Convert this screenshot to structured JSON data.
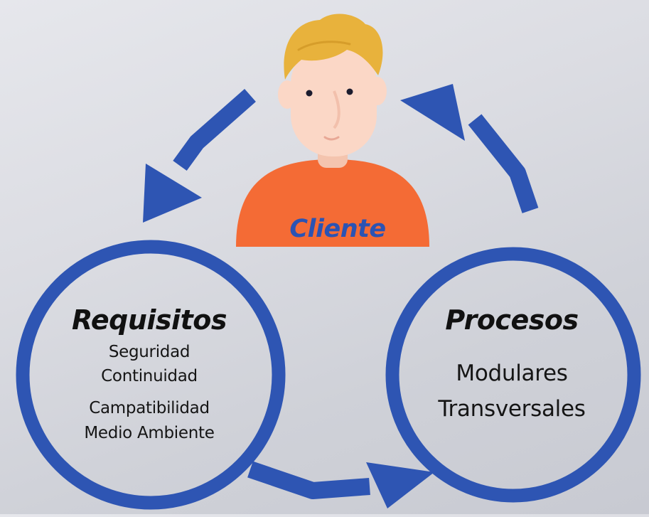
{
  "client": {
    "label": "Cliente"
  },
  "requirements": {
    "title": "Requisitos",
    "items": [
      "Seguridad",
      "Continuidad",
      "Campatibilidad",
      "Medio Ambiente"
    ]
  },
  "processes": {
    "title": "Procesos",
    "items": [
      "Modulares",
      "Transversales"
    ]
  },
  "colors": {
    "arrow": "#2e55b3",
    "ring": "#2e55b3",
    "shirt": "#f46b35",
    "skin": "#fbd7c6",
    "hair": "#e8b23c",
    "label": "#2b53b3"
  }
}
